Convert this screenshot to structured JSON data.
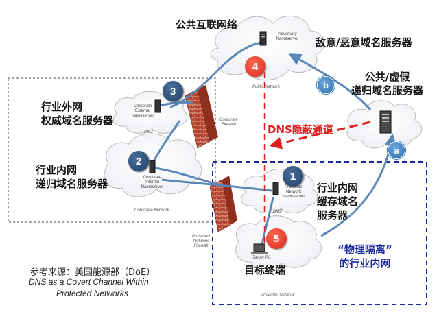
{
  "labels": {
    "public_internet": "公共互联网络",
    "adversary_dns": "敌意/恶意域名服务器",
    "public_recursive_l1": "公共/虚假",
    "public_recursive_l2": "递归域名服务器",
    "corp_external_l1": "行业外网",
    "corp_external_l2": "权威域名服务器",
    "corp_internal_l1": "行业内网",
    "corp_internal_l2": "递归域名服务器",
    "protected_l1": "行业内网",
    "protected_l2": "缓存域名",
    "protected_l3": "服务器",
    "target": "目标终端",
    "dns_tunnel": "DNS隐蔽通道",
    "isolated_l1": "“物理隔离”",
    "isolated_l2": "的行业内网",
    "ref_l1": "参考来源：美国能源部（DoE）",
    "ref_l2": "DNS as a Covert Channel Within",
    "ref_l3": "Protected Networks"
  },
  "small_labels": {
    "adversary_ns_l1": "Adversary",
    "adversary_ns_l2": "Nameserver",
    "public_network": "Public Network",
    "corp_ext_ns_l1": "Corporate",
    "corp_ext_ns_l2": "External",
    "corp_ext_ns_l3": "Nameserver",
    "dmz_top": "DMZ",
    "corp_firewall_l1": "Corporate",
    "corp_firewall_l2": "Firewall",
    "corp_int_ns_l1": "Corporate",
    "corp_int_ns_l2": "Internal",
    "corp_int_ns_l3": "Nameserver",
    "corporate_network": "Corporate Network",
    "prot_ns_l1": "Protected",
    "prot_ns_l2": "Network",
    "prot_ns_l3": "Nameserver",
    "dmz_bottom": "DMZ",
    "prot_firewall_l1": "Protected",
    "prot_firewall_l2": "Network",
    "prot_firewall_l3": "Firewall",
    "target_pc": "Target PC",
    "protected_network": "Protected Network"
  },
  "badges": {
    "n1": "1",
    "n2": "2",
    "n3": "3",
    "n4": "4",
    "n5": "5",
    "a": "a",
    "b": "b"
  },
  "colors": {
    "arrow_blue": "#5b86b8",
    "tunnel_red": "#e02020",
    "box_blue": "#1b2aa0",
    "badge_dark": "#2a4a73",
    "badge_red": "#e0301e"
  }
}
